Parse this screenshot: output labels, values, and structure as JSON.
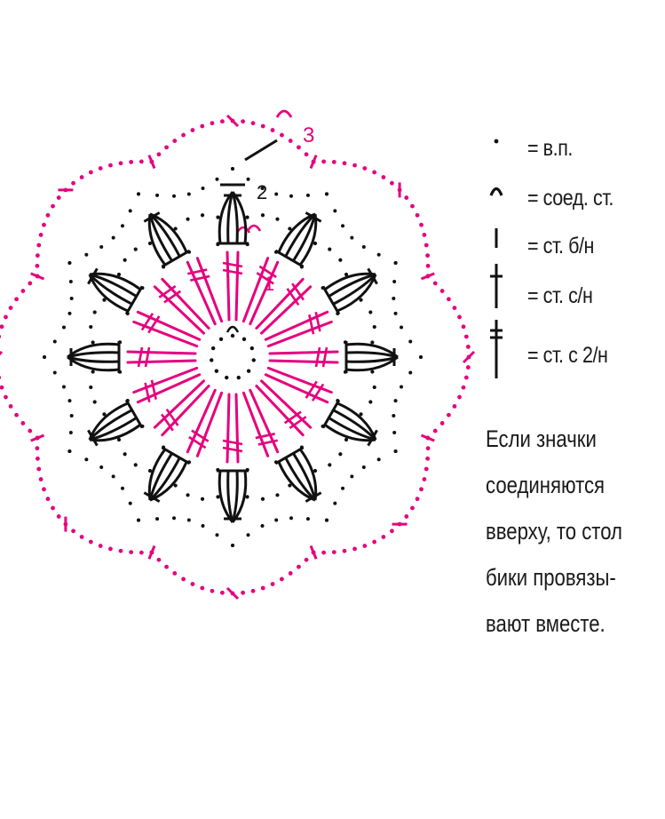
{
  "colors": {
    "black": "#111111",
    "magenta": "#e6007e",
    "text": "#1a1a1a"
  },
  "round_labels": {
    "r1": "1",
    "r2": "2",
    "r3": "3"
  },
  "legend": [
    {
      "icon": "chain-stitch-dot-icon",
      "text": "= в.п."
    },
    {
      "icon": "slip-stitch-arc-icon",
      "text": "= соед. ст."
    },
    {
      "icon": "single-crochet-bar-icon",
      "text": "= ст. б/н"
    },
    {
      "icon": "double-crochet-cross-icon",
      "text": "= ст. с/н"
    },
    {
      "icon": "treble-crochet-double-cross-icon",
      "text": "= ст. с 2/н"
    }
  ],
  "note_lines": [
    "Если значки",
    "соединяются",
    "вверху, то стол",
    "бики провязы-",
    "вают вместе."
  ]
}
